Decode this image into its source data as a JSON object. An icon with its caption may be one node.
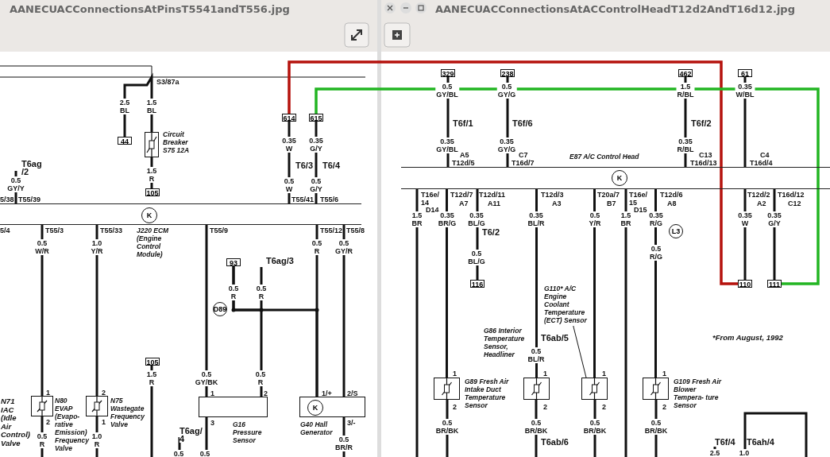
{
  "diagram": {
    "nodes": [
      {
        "text": [
          "J220 ECM (Engine Control Module)"
        ]
      },
      {
        "text": [
          "K"
        ],
        "in": 0
      },
      {
        "text": [
          "44"
        ]
      },
      {
        "text": [
          "105"
        ]
      },
      {
        "text": [
          "Circuit Breaker S75 12A"
        ]
      },
      {
        "text": [
          "614"
        ]
      },
      {
        "text": [
          "615"
        ]
      },
      {
        "text": [
          "93"
        ]
      },
      {
        "text": [
          "D89"
        ]
      },
      {
        "text": [
          "105"
        ]
      },
      {
        "text": [
          "N80 EVAP (Evapo- rative Emission) Frequency Valve"
        ]
      },
      {
        "text": [
          "N75 Wastegate Frequency Valve"
        ]
      },
      {
        "text": [
          "G16 Pressure Sensor"
        ]
      },
      {
        "text": [
          "G40 Hall Generator"
        ]
      },
      {
        "text": [
          "K"
        ],
        "in": 13
      },
      {
        "text": [
          "E87 A/C Control Head"
        ]
      },
      {
        "text": [
          "K"
        ],
        "in": 15
      },
      {
        "text": [
          "329"
        ]
      },
      {
        "text": [
          "238"
        ]
      },
      {
        "text": [
          "462"
        ]
      },
      {
        "text": [
          "61"
        ]
      },
      {
        "text": [
          "116"
        ]
      },
      {
        "text": [
          "L3"
        ]
      },
      {
        "text": [
          "110"
        ]
      },
      {
        "text": [
          "111"
        ]
      },
      {
        "text": [
          "G89 Fresh Air Intake Duct Temperature Sensor"
        ]
      },
      {
        "text": [
          "G86 Interior Temperature Sensor, Headliner"
        ]
      },
      {
        "text": [
          "G110* A/C Engine Coolant Temperature (ECT) Sensor"
        ]
      },
      {
        "text": [],
        "shape": "box"
      },
      {
        "text": [
          "G109 Fresh Air Blower Tempera- ture Sensor"
        ]
      }
    ],
    "edges": [
      {
        "from": 5,
        "to": 23,
        "arrow": "none",
        "color": "#b5120c"
      },
      {
        "from": 6,
        "to": 24,
        "arrow": "none",
        "color": "#22b522"
      },
      {
        "from": 4,
        "to": 3,
        "arrow": "none"
      },
      {
        "from": 5,
        "to": 0,
        "arrow": "none"
      },
      {
        "from": 6,
        "to": 0,
        "arrow": "none"
      },
      {
        "from": 0,
        "to": 10,
        "arrow": "none"
      },
      {
        "from": 0,
        "to": 11,
        "arrow": "none"
      },
      {
        "from": 0,
        "to": 12,
        "arrow": "none"
      },
      {
        "from": 0,
        "to": 13,
        "arrow": "none"
      },
      {
        "from": 0,
        "to": 13,
        "arrow": "none"
      },
      {
        "from": 7,
        "to": 12,
        "arrow": "none"
      },
      {
        "from": 7,
        "to": 13,
        "arrow": "none"
      },
      {
        "from": 17,
        "to": 15,
        "arrow": "none"
      },
      {
        "from": 18,
        "to": 15,
        "arrow": "none"
      },
      {
        "from": 19,
        "to": 15,
        "arrow": "none"
      },
      {
        "from": 20,
        "to": 15,
        "arrow": "none"
      },
      {
        "from": 15,
        "to": 21,
        "arrow": "none"
      },
      {
        "from": 15,
        "to": 23,
        "arrow": "none"
      },
      {
        "from": 15,
        "to": 24,
        "arrow": "none"
      },
      {
        "from": 15,
        "to": 25,
        "arrow": "none"
      },
      {
        "from": 15,
        "to": 26,
        "arrow": "none"
      },
      {
        "from": 15,
        "to": 28,
        "arrow": "none"
      },
      {
        "from": 15,
        "to": 29,
        "arrow": "none"
      },
      {
        "from": 27,
        "to": 28,
        "arrow": "none"
      }
    ],
    "labels": [
      "AANECUACConnectionsAtPinsT5541andT556.jpg",
      "AANECUACConnectionsAtACControlHeadT12d2AndT16d12.jpg",
      "S3/87a",
      "2.5 BL",
      "1.5 BL",
      "0.35 W",
      "0.35 G/Y",
      "T6ag /2",
      "T6/3",
      "T6/4",
      "1.5 R",
      "0.5 GY/Y",
      "0.5 W",
      "0.5 G/Y",
      "5/38",
      "T55/39",
      "T55/41",
      "T55/6",
      "5/4",
      "T55/3",
      "T55/33",
      "T55/9",
      "T55/12",
      "T55/8",
      "0.5 W/R",
      "1.0 Y/R",
      "0.5 R",
      "0.5 GY/R",
      "T6ag/3",
      "0.5 R",
      "0.5 R",
      "1.5 R",
      "0.5 GY/BK",
      "0.5 R",
      "1",
      "2",
      "1",
      "2",
      "1/+",
      "2/S",
      "N71 IAC (Idle Air Control) Valve",
      "2",
      "1",
      "3",
      "3/-",
      "0.5 R",
      "1.0 R",
      "T6ag/ 4",
      "0.5 BR/R",
      "0.5",
      "0.5",
      "0.5 GY/BL",
      "0.5 GY/G",
      "1.5 R/BL",
      "0.35 W/BL",
      "T6f/1",
      "T6f/6",
      "T6f/2",
      "0.35 GY/BL",
      "0.35 GY/G",
      "0.35 R/BL",
      "A5",
      "C7",
      "C13",
      "C4",
      "T12d/5",
      "T16d/7",
      "T16d/13",
      "T16d/4",
      "T16e/ 14",
      "T12d/7",
      "T12d/11",
      "T12d/3",
      "T20a/7",
      "T16e/ 15",
      "T12d/6",
      "T12d/2",
      "T16d/12",
      "D14",
      "A7",
      "A11",
      "A3",
      "B7",
      "D15",
      "A8",
      "A2",
      "C12",
      "1.5 BR",
      "0.35 BR/G",
      "0.35 BL/G",
      "0.35 BL/R",
      "0.5 Y/R",
      "1.5 BR",
      "0.35 R/G",
      "0.35 W",
      "0.35 G/Y",
      "T6/2",
      "0.5 BL/G",
      "0.5 R/G",
      "T6ab/5",
      "*From August, 1992",
      "0.5 BL/R",
      "1",
      "1",
      "1",
      "1",
      "2",
      "2",
      "2",
      "2",
      "0.5 BR/BK",
      "0.5 BR/BK",
      "0.5 BR/BK",
      "0.5 BR/BK",
      "T6ab/6",
      "T6f/4",
      "T6ah/4",
      "2.5",
      "1.0"
    ]
  }
}
